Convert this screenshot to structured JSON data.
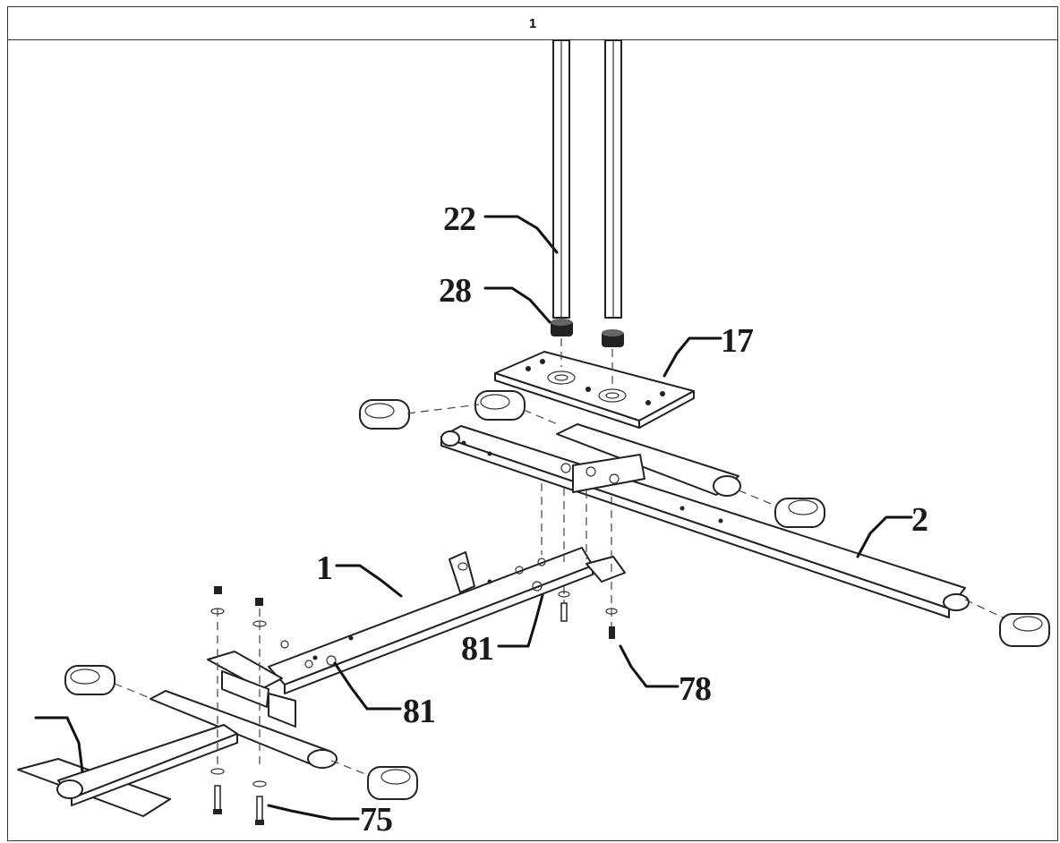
{
  "header": {
    "step_number": "1"
  },
  "labels": {
    "part_22": "22",
    "part_28": "28",
    "part_17": "17",
    "part_2": "2",
    "part_1": "1",
    "part_81_right": "81",
    "part_81_left": "81",
    "part_78": "78",
    "part_75": "75"
  }
}
